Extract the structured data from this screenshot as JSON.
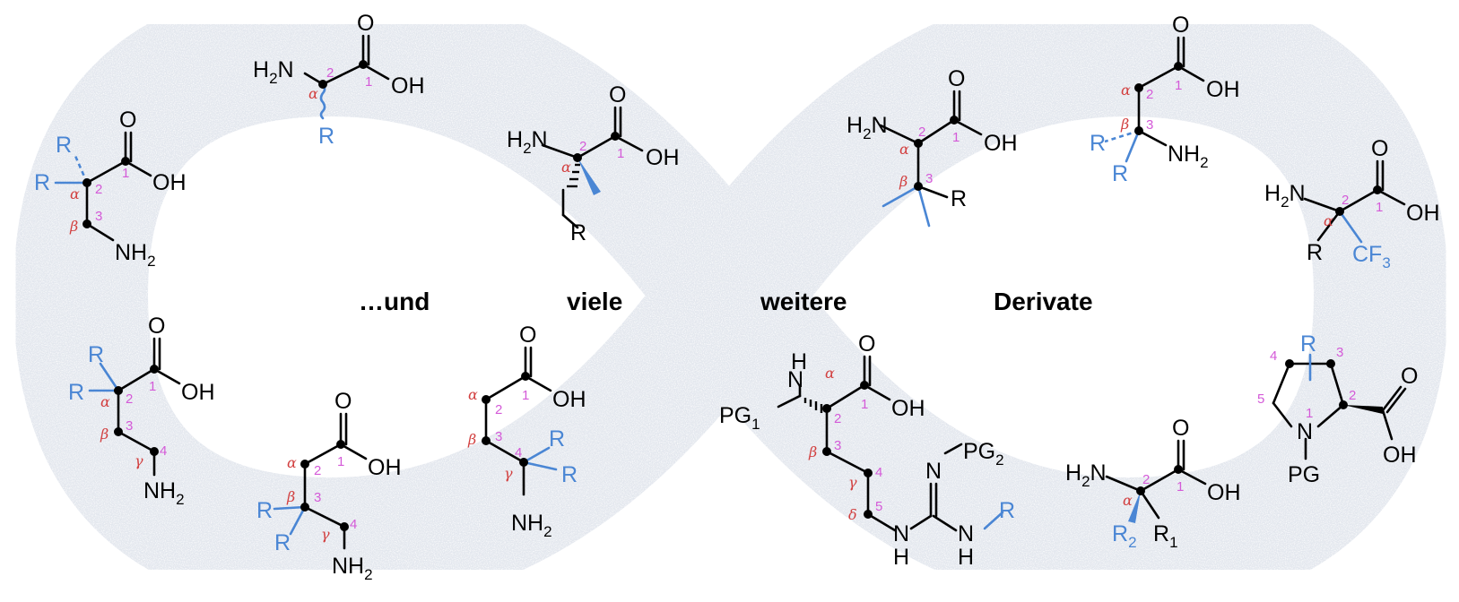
{
  "caption": {
    "words": [
      "…und",
      "viele",
      "weitere",
      "Derivate"
    ]
  },
  "colors": {
    "band": "#e3e7ee",
    "bond": "#000000",
    "substituent": "#4a86d4",
    "locant": "#d45ad8",
    "greek": "#d24040"
  },
  "labels": {
    "H2N": "H",
    "N": "N",
    "H": "H",
    "NH": "NH",
    "NH2": "NH",
    "sub2": "2",
    "sub1": "1",
    "sub3": "3",
    "OH": "OH",
    "O": "O",
    "R": "R",
    "R1": "R",
    "R2": "R",
    "CF3": "CF",
    "PG": "PG",
    "PG1": "PG",
    "PG2": "PG"
  },
  "locants": {
    "c1": "1",
    "c2": "2",
    "c3": "3",
    "c4": "4",
    "c5": "5"
  },
  "greek": {
    "alpha": "α",
    "beta": "β",
    "gamma": "γ",
    "delta": "δ"
  }
}
